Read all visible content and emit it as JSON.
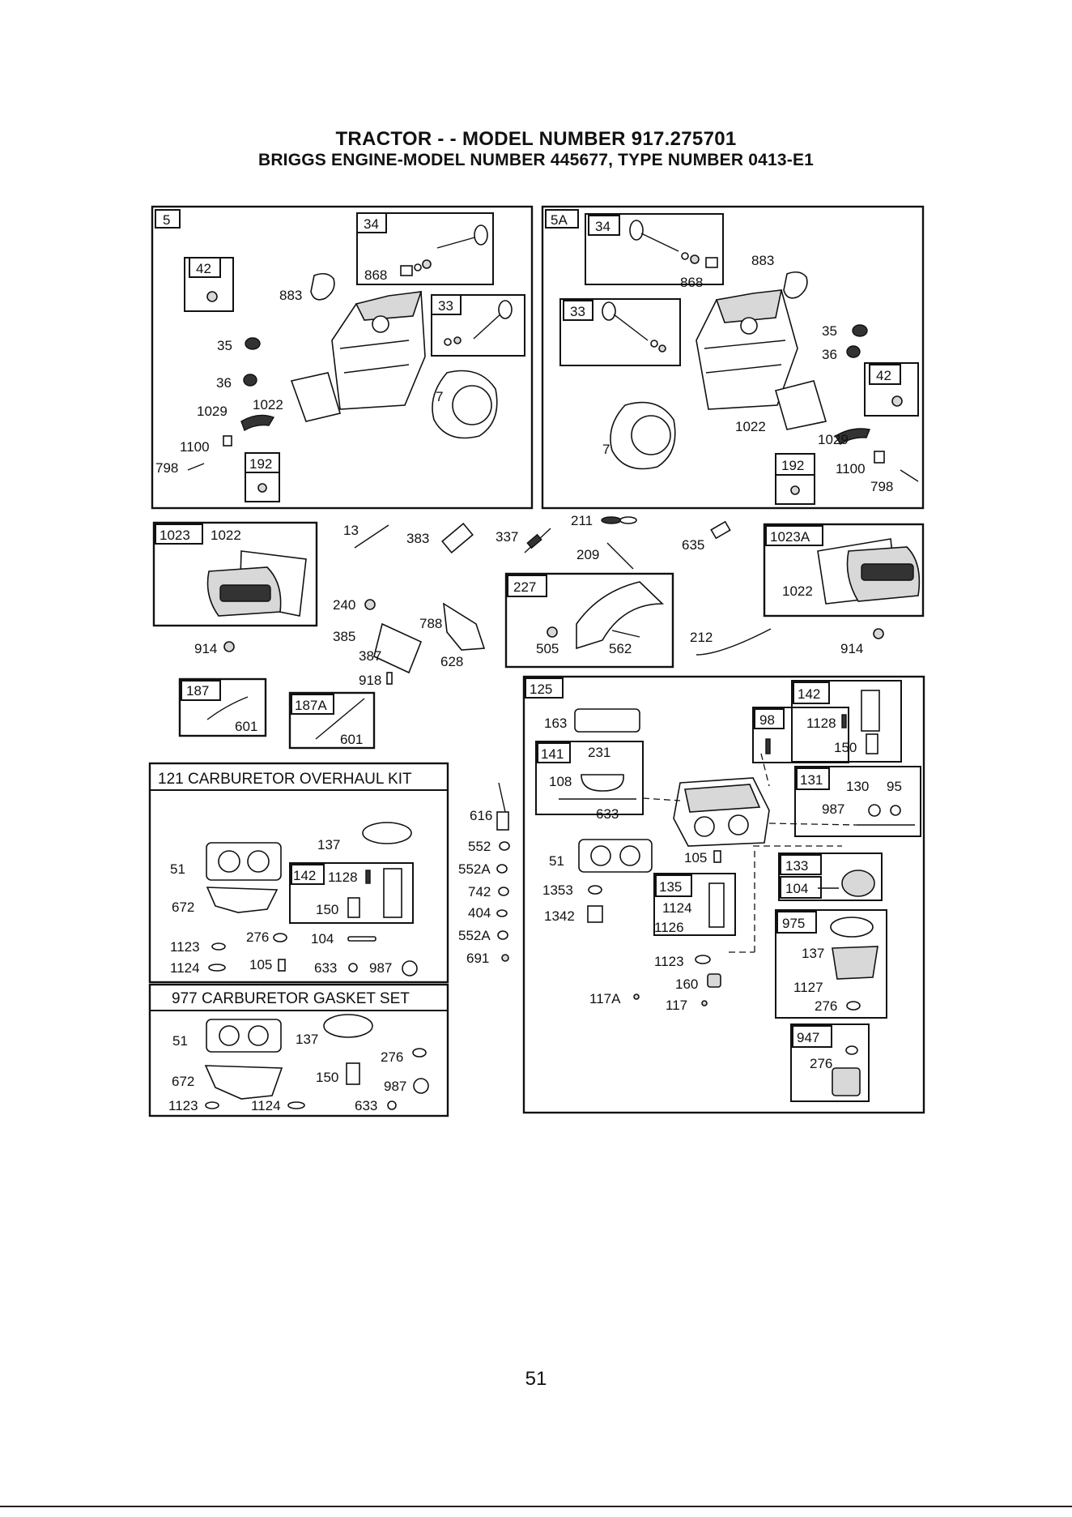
{
  "header": {
    "title_line1": "TRACTOR - - MODEL NUMBER 917.275701",
    "title_line2": "BRIGGS ENGINE-MODEL NUMBER 445677, TYPE NUMBER 0413-E1"
  },
  "page_number": "51",
  "groups": {
    "g5": {
      "id": "5",
      "kit34": "34",
      "kit33": "33",
      "kit42": "42",
      "kit192": "192",
      "parts": {
        "p868": "868",
        "p883": "883",
        "p35": "35",
        "p36": "36",
        "p1029": "1029",
        "p1022": "1022",
        "p7": "7",
        "p1100": "1100",
        "p798": "798"
      }
    },
    "g5a": {
      "id": "5A",
      "kit34": "34",
      "kit33": "33",
      "kit42": "42",
      "kit192": "192",
      "parts": {
        "p868": "868",
        "p883": "883",
        "p35": "35",
        "p36": "36",
        "p1022": "1022",
        "p1029": "1029",
        "p7": "7",
        "p1100": "1100",
        "p798": "798"
      }
    },
    "g1023": {
      "id": "1023",
      "p1022": "1022",
      "p914": "914"
    },
    "g1023a": {
      "id": "1023A",
      "p1022": "1022",
      "p914": "914"
    },
    "g187": {
      "id": "187",
      "p601": "601"
    },
    "g187a": {
      "id": "187A",
      "p601": "601"
    },
    "g227": {
      "id": "227",
      "p505": "505",
      "p562": "562"
    },
    "g121": {
      "title": "121 CARBURETOR OVERHAUL KIT",
      "kit142": "142",
      "parts": {
        "p137": "137",
        "p51": "51",
        "p1128": "1128",
        "p672": "672",
        "p150": "150",
        "p1123": "1123",
        "p276": "276",
        "p104": "104",
        "p1124": "1124",
        "p105": "105",
        "p633": "633",
        "p987": "987"
      }
    },
    "g977": {
      "title": "977 CARBURETOR GASKET SET",
      "parts": {
        "p51": "51",
        "p137": "137",
        "p276": "276",
        "p672": "672",
        "p150": "150",
        "p987": "987",
        "p1123": "1123",
        "p1124": "1124",
        "p633": "633"
      }
    },
    "g125": {
      "id": "125",
      "kit141": "141",
      "kit98": "98",
      "kit142": "142",
      "kit131": "131",
      "kit133": "133",
      "kit135": "135",
      "kit975": "975",
      "kit947": "947",
      "parts": {
        "p163": "163",
        "p231": "231",
        "p108": "108",
        "p633": "633",
        "p1128": "1128",
        "p150": "150",
        "p130": "130",
        "p95": "95",
        "p987": "987",
        "p51": "51",
        "p105": "105",
        "p104": "104",
        "p1353": "1353",
        "p1342": "1342",
        "p1124": "1124",
        "p1126": "1126",
        "p1123": "1123",
        "p160": "160",
        "p117a": "117A",
        "p117": "117",
        "p137": "137",
        "p1127": "1127",
        "p276": "276",
        "p276b": "276"
      }
    }
  },
  "loose_parts": {
    "p13": "13",
    "p383": "383",
    "p337": "337",
    "p211": "211",
    "p209": "209",
    "p635": "635",
    "p240": "240",
    "p788": "788",
    "p385": "385",
    "p387": "387",
    "p628": "628",
    "p918": "918",
    "p212": "212",
    "p616": "616",
    "p552": "552",
    "p552a": "552A",
    "p742": "742",
    "p404": "404",
    "p552a2": "552A",
    "p691": "691"
  }
}
